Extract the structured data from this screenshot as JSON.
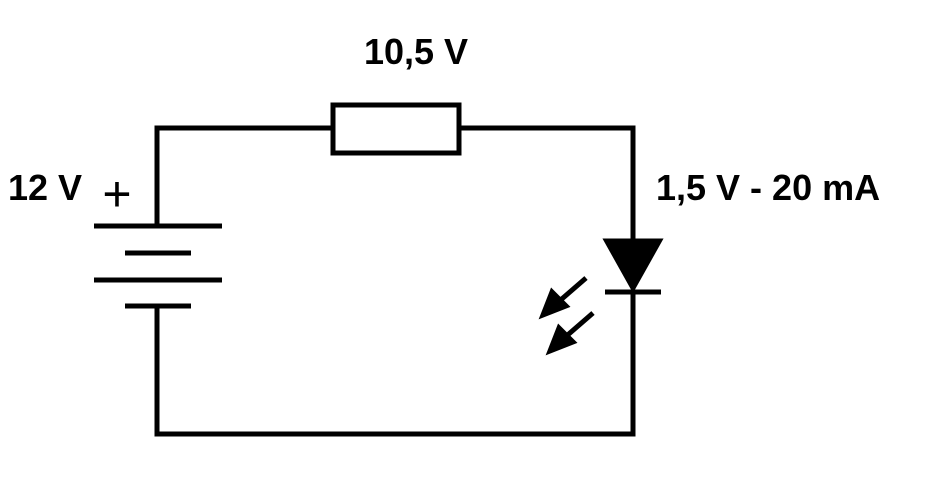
{
  "diagram": {
    "resistor_label": "10,5 V",
    "battery_label": "12 V",
    "battery_polarity_symbol": "+",
    "led_label": "1,5 V - 20 mA",
    "components": [
      "battery",
      "resistor",
      "led"
    ],
    "line_color": "#000000",
    "background_color": "#ffffff"
  }
}
